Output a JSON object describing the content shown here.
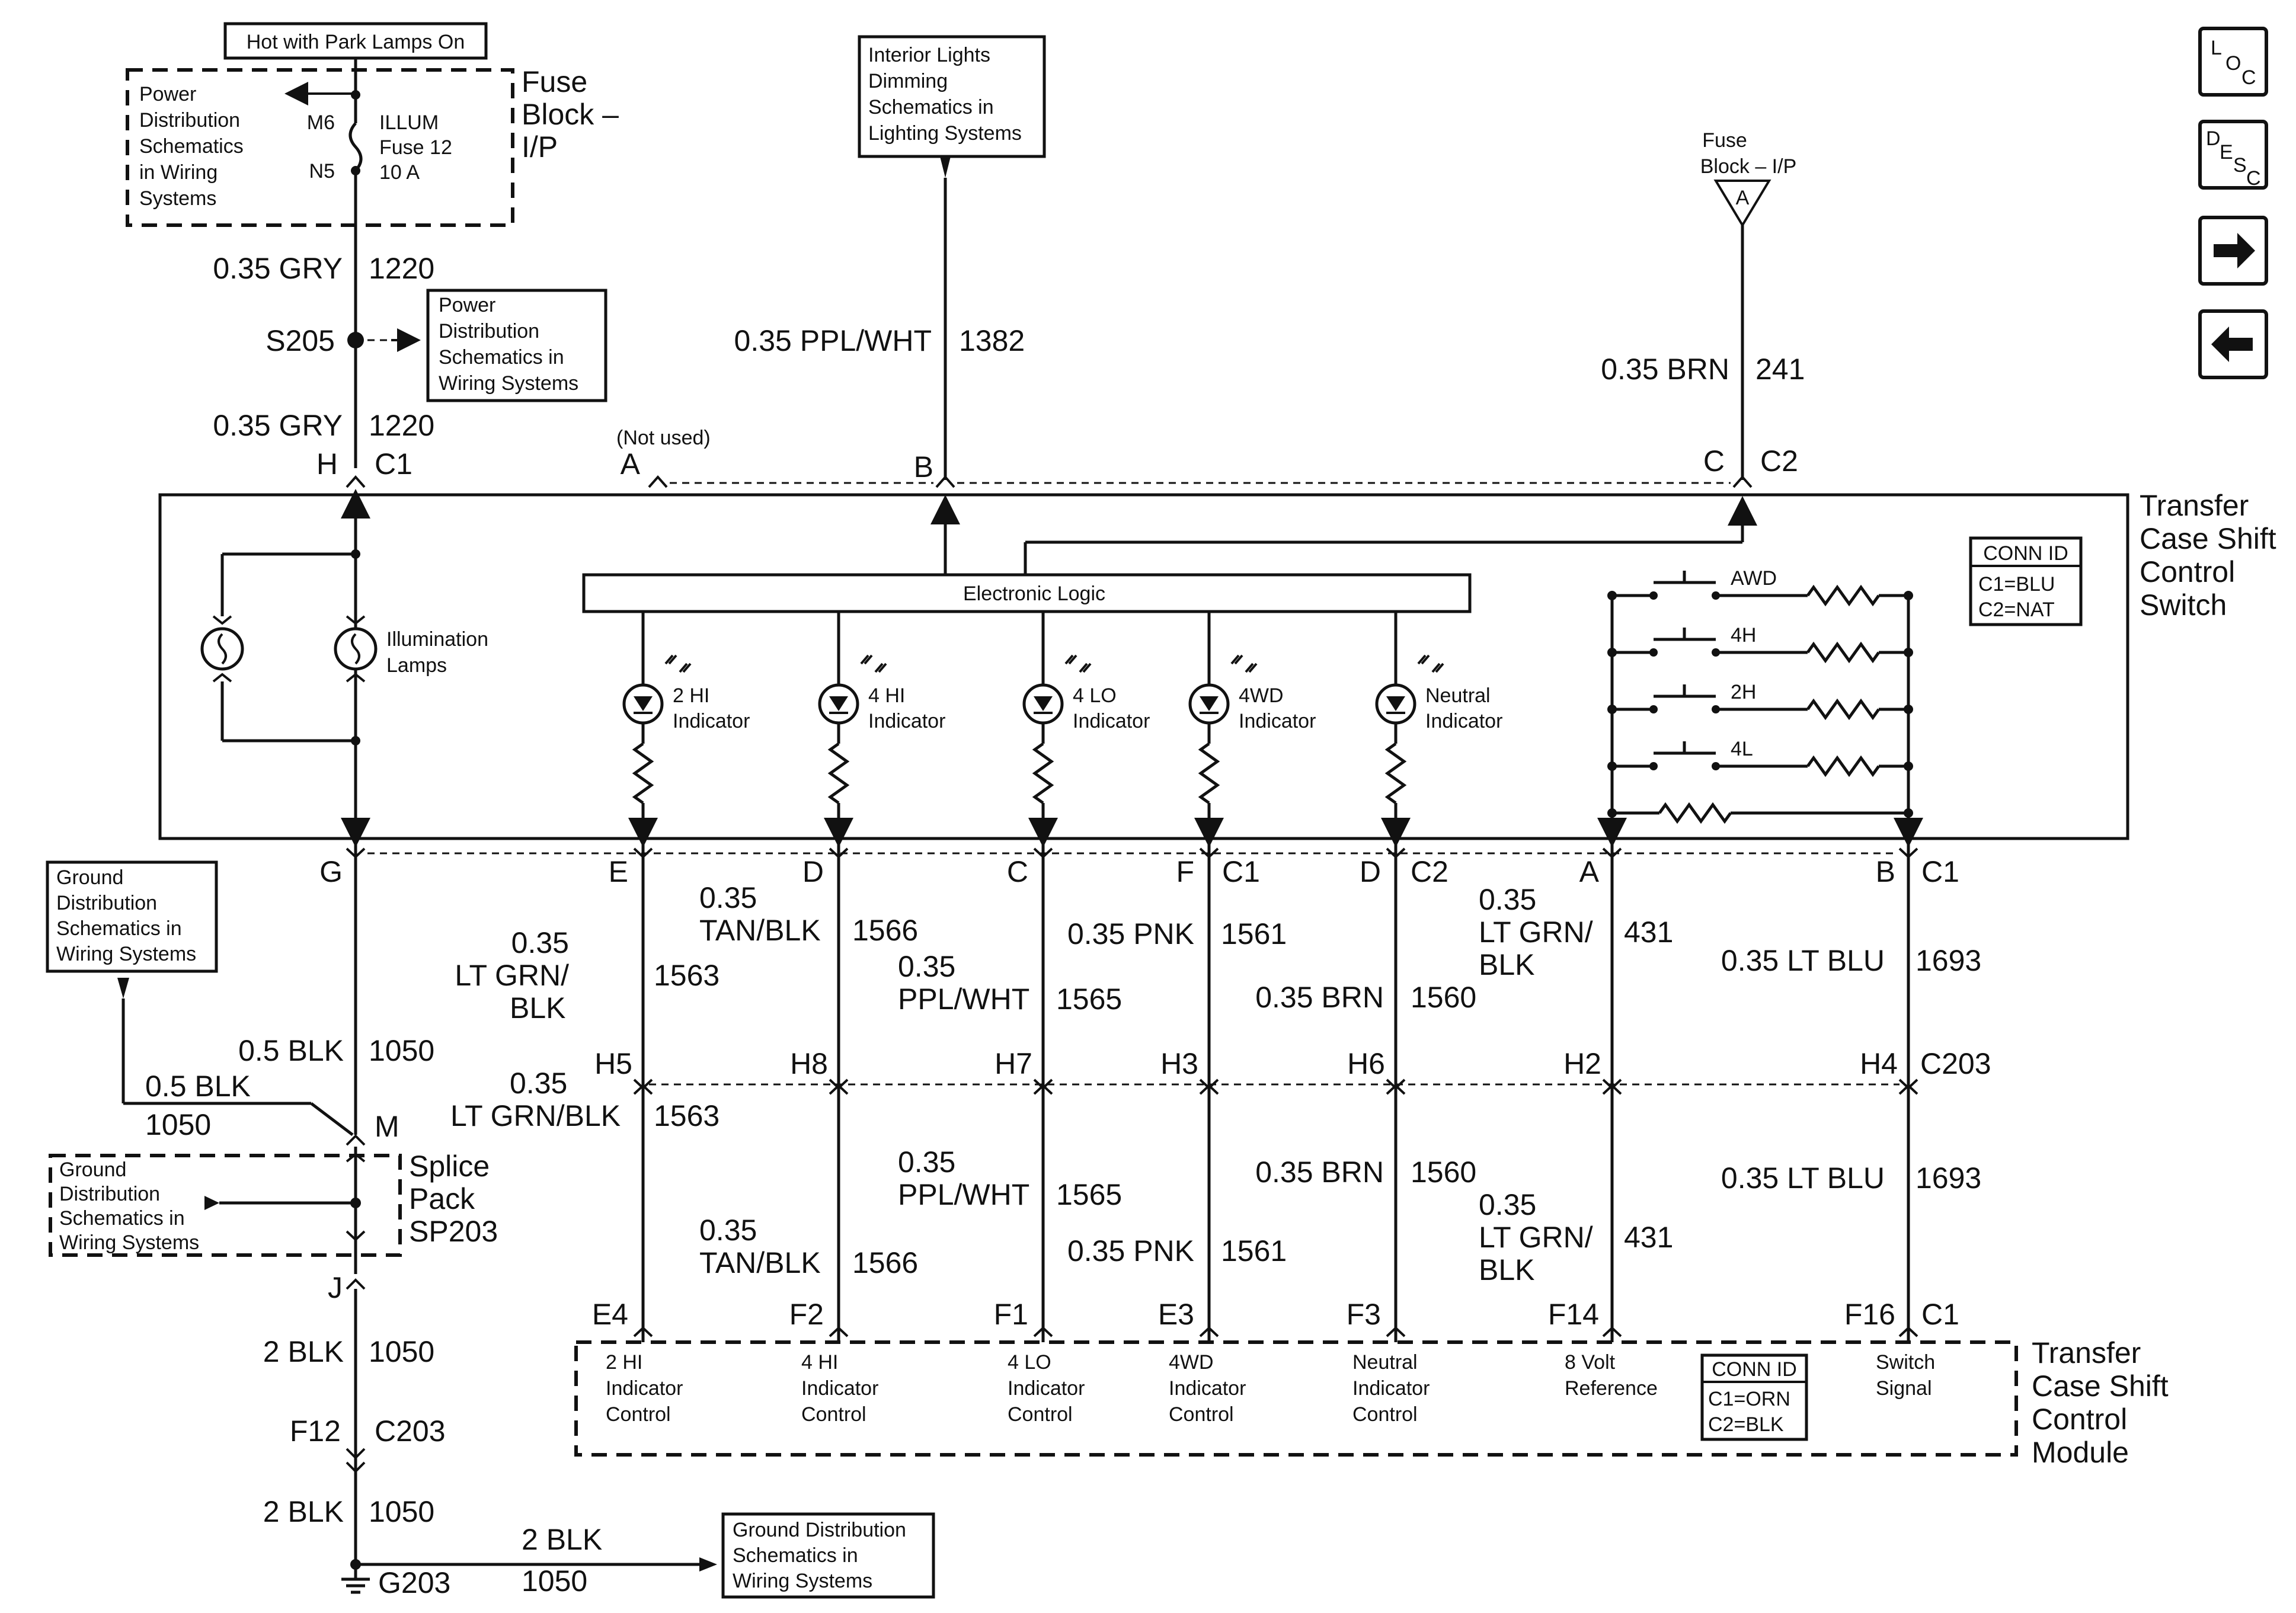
{
  "top": {
    "hot_label": "Hot with Park Lamps On",
    "fuse_block_title": [
      "Fuse",
      "Block –",
      "I/P"
    ],
    "power_dist_ref": [
      "Power",
      "Distribution",
      "Schematics",
      "in Wiring",
      "Systems"
    ],
    "fuse_term_m6": "M6",
    "fuse_term_n5": "N5",
    "fuse_name": [
      "ILLUM",
      "Fuse 12",
      "10 A"
    ],
    "wire_upper_size": "0.35 GRY",
    "wire_upper_circuit": "1220",
    "splice": "S205",
    "power_dist_ref2": [
      "Power",
      "Distribution",
      "Schematics in",
      "Wiring Systems"
    ],
    "wire_lower_size": "0.35 GRY",
    "wire_lower_circuit": "1220",
    "interior_lights_ref": [
      "Interior Lights",
      "Dimming",
      "Schematics in",
      "Lighting Systems"
    ],
    "ppl_wht_size": "0.35 PPL/WHT",
    "ppl_wht_circuit": "1382",
    "fuse_block_ip2": [
      "Fuse",
      "Block – I/P"
    ],
    "fuse_block_ip2_term": "A",
    "brn_size": "0.35 BRN",
    "brn_circuit": "241",
    "not_used": "(Not used)"
  },
  "connector_top": {
    "pin_h": "H",
    "pin_c1": "C1",
    "pin_a": "A",
    "pin_b": "B",
    "pin_c": "C",
    "pin_c2": "C2"
  },
  "switch": {
    "title": [
      "Transfer",
      "Case Shift",
      "Control",
      "Switch"
    ],
    "conn_id_title": "CONN ID",
    "conn_id_c1": "C1=BLU",
    "conn_id_c2": "C2=NAT",
    "electronic_logic": "Electronic Logic",
    "illumination": [
      "Illumination",
      "Lamps"
    ],
    "indicators": [
      {
        "line1": "2 HI",
        "line2": "Indicator"
      },
      {
        "line1": "4 HI",
        "line2": "Indicator"
      },
      {
        "line1": "4 LO",
        "line2": "Indicator"
      },
      {
        "line1": "4WD",
        "line2": "Indicator"
      },
      {
        "line1": "Neutral",
        "line2": "Indicator"
      }
    ],
    "positions": [
      "AWD",
      "4H",
      "2H",
      "4L"
    ]
  },
  "connector_mid_top": {
    "pins": [
      "G",
      "E",
      "D",
      "C",
      "F",
      "C1",
      "D",
      "C2",
      "A",
      "B",
      "C1"
    ]
  },
  "wires_upper": {
    "w1563": {
      "l1": "0.35",
      "l2": "LT GRN/",
      "l3": "BLK",
      "circuit": "1563"
    },
    "w1566": {
      "l1": "0.35",
      "l2": "TAN/BLK",
      "circuit": "1566"
    },
    "w1565": {
      "l1": "0.35",
      "l2": "PPL/WHT",
      "circuit": "1565"
    },
    "w1561": {
      "size": "0.35 PNK",
      "circuit": "1561"
    },
    "w1560": {
      "size": "0.35 BRN",
      "circuit": "1560"
    },
    "w431": {
      "l1": "0.35",
      "l2": "LT GRN/",
      "l3": "BLK",
      "circuit": "431"
    },
    "w1693": {
      "size": "0.35 LT BLU",
      "circuit": "1693"
    }
  },
  "ground_ref_top": [
    "Ground",
    "Distribution",
    "Schematics in",
    "Wiring Systems"
  ],
  "ground_wire": {
    "a_size": "0.5 BLK",
    "a_circuit": "1050",
    "b_size": "0.5 BLK",
    "b_circuit": "1050",
    "pin_m": "M"
  },
  "splice_pack": {
    "title": [
      "Splice",
      "Pack",
      "SP203"
    ],
    "ref": [
      "Ground",
      "Distribution",
      "Schematics in",
      "Wiring Systems"
    ]
  },
  "connector_c203": {
    "pins": [
      "H5",
      "H8",
      "H7",
      "H3",
      "H6",
      "H2",
      "H4"
    ],
    "name": "C203"
  },
  "wires_lower": {
    "w1563": {
      "size": "0.35",
      "l2": "LT GRN/BLK",
      "circuit": "1563"
    },
    "w1565": {
      "l1": "0.35",
      "l2": "PPL/WHT",
      "circuit": "1565"
    },
    "w1560": {
      "size": "0.35 BRN",
      "circuit": "1560"
    },
    "w1693": {
      "size": "0.35 LT BLU",
      "circuit": "1693"
    },
    "w1566": {
      "l1": "0.35",
      "l2": "TAN/BLK",
      "circuit": "1566"
    },
    "w1561": {
      "size": "0.35 PNK",
      "circuit": "1561"
    },
    "w431": {
      "l1": "0.35",
      "l2": "LT GRN/",
      "l3": "BLK",
      "circuit": "431"
    }
  },
  "connector_bottom": {
    "pin_j": "J",
    "pins": [
      "E4",
      "F2",
      "F1",
      "E3",
      "F3",
      "F14",
      "F16",
      "C1"
    ]
  },
  "module": {
    "title": [
      "Transfer",
      "Case Shift",
      "Control",
      "Module"
    ],
    "conn_id_title": "CONN ID",
    "conn_id_c1": "C1=ORN",
    "conn_id_c2": "C2=BLK",
    "inputs": [
      [
        "2 HI",
        "Indicator",
        "Control"
      ],
      [
        "4 HI",
        "Indicator",
        "Control"
      ],
      [
        "4 LO",
        "Indicator",
        "Control"
      ],
      [
        "4WD",
        "Indicator",
        "Control"
      ],
      [
        "Neutral",
        "Indicator",
        "Control"
      ],
      [
        "8 Volt",
        "Reference"
      ],
      [
        "Switch",
        "Signal"
      ]
    ]
  },
  "ground_bottom": {
    "w1_size": "2 BLK",
    "w1_circuit": "1050",
    "pin_f12": "F12",
    "conn": "C203",
    "w2_size": "2 BLK",
    "w2_circuit": "1050",
    "w3_size": "2 BLK",
    "w3_circuit": "1050",
    "ground": "G203",
    "ref": [
      "Ground Distribution",
      "Schematics in",
      "Wiring Systems"
    ]
  },
  "nav": {
    "loc": [
      "L",
      "O",
      "C"
    ],
    "desc": [
      "D",
      "E",
      "S",
      "C"
    ],
    "next_icon": "arrow-right-icon",
    "prev_icon": "arrow-left-icon"
  }
}
